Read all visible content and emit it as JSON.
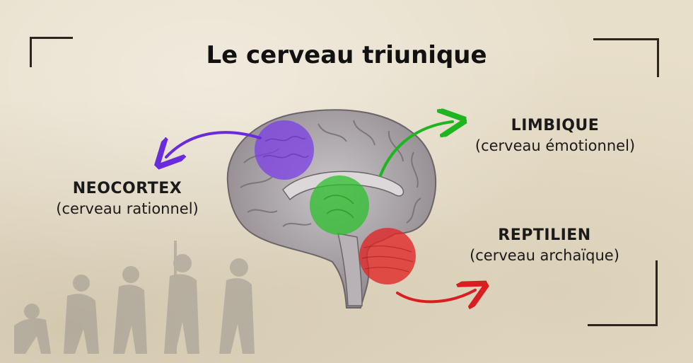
{
  "title": "Le cerveau triunique",
  "regions": {
    "neocortex": {
      "name": "NEOCORTEX",
      "description": "(cerveau rationnel)",
      "color": "#7b3fe4"
    },
    "limbique": {
      "name": "LIMBIQUE",
      "description": "(cerveau émotionnel)",
      "color": "#2bbf2b"
    },
    "reptilien": {
      "name": "REPTILIEN",
      "description": "(cerveau archaïque)",
      "color": "#e02828"
    }
  },
  "icons": [
    "brain-illustration",
    "evolution-silhouettes",
    "curved-arrow"
  ]
}
